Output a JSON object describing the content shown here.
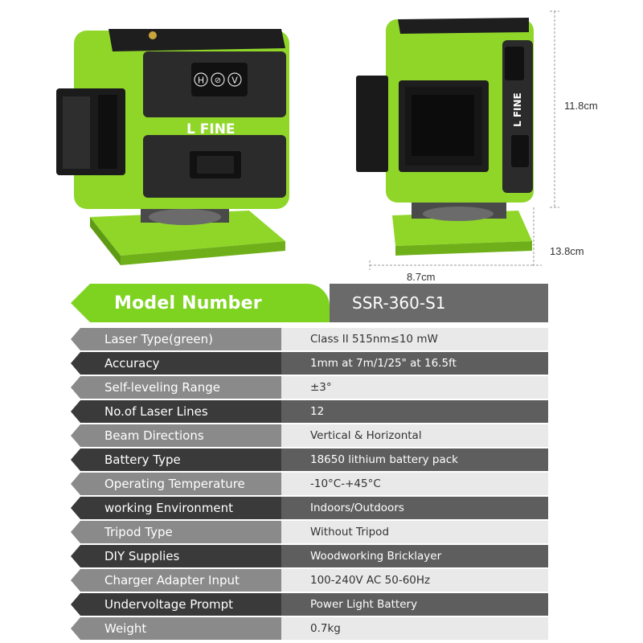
{
  "brand": "L FINE",
  "buttons": [
    "H",
    "V"
  ],
  "dimensions": {
    "height_small": "11.8cm",
    "height_total": "13.8cm",
    "width": "8.7cm"
  },
  "spec_header": {
    "label": "Model Number",
    "value": "SSR-360-S1"
  },
  "specs": [
    {
      "label": "Laser Type(green)",
      "value": "Class II 515nm≤10 mW"
    },
    {
      "label": "Accuracy",
      "value": "1mm at 7m/1/25\" at 16.5ft"
    },
    {
      "label": "Self-leveling Range",
      "value": "±3°"
    },
    {
      "label": "No.of Laser Lines",
      "value": "12"
    },
    {
      "label": "Beam Directions",
      "value": "Vertical & Horizontal"
    },
    {
      "label": "Battery Type",
      "value": "18650 lithium battery pack"
    },
    {
      "label": "Operating Temperature",
      "value": "-10°C-+45°C"
    },
    {
      "label": "working Environment",
      "value": "Indoors/Outdoors"
    },
    {
      "label": "Tripod Type",
      "value": "Without Tripod"
    },
    {
      "label": "DIY Supplies",
      "value": "Woodworking  Bricklayer"
    },
    {
      "label": "Charger Adapter Input",
      "value": "100-240V AC 50-60Hz"
    },
    {
      "label": "Undervoltage Prompt",
      "value": "Power Light Battery"
    },
    {
      "label": "Weight",
      "value": "0.7kg"
    }
  ],
  "colors": {
    "accent_green": "#7ed321",
    "device_green": "#8fd629",
    "device_dark": "#2b2b2b"
  }
}
